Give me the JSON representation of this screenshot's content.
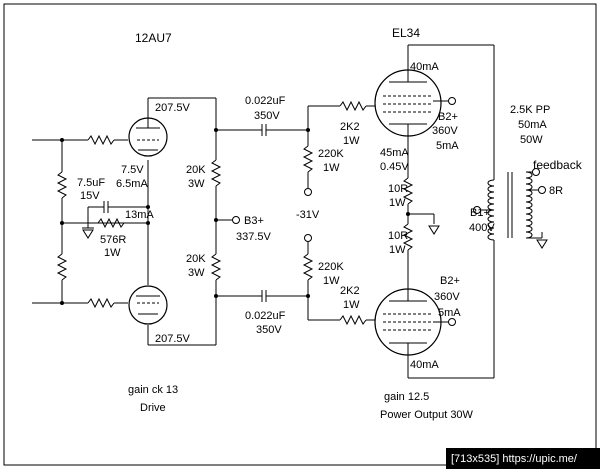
{
  "title_left": "12AU7",
  "title_right": "EL34",
  "drive_tube_top": {
    "plate_voltage": "207.5V",
    "cathode_voltage": "7.5V",
    "cathode_current": "6.5mA"
  },
  "drive_tube_bottom": {
    "plate_voltage": "207.5V"
  },
  "cathode_network": {
    "cap": "7.5uF",
    "cap_voltage": "15V",
    "current": "13mA",
    "resistor": "576R",
    "resistor_power": "1W"
  },
  "plate_loads": {
    "top_value": "20K",
    "top_power": "3W",
    "bottom_value": "20K",
    "bottom_power": "3W"
  },
  "b3_supply": {
    "name": "B3+",
    "voltage": "337.5V"
  },
  "coupling_caps": {
    "top_value": "0.022uF",
    "top_voltage": "350V",
    "bottom_value": "0.022uF",
    "bottom_voltage": "350V"
  },
  "grid_stoppers": {
    "top_value": "2K2",
    "top_power": "1W",
    "bottom_value": "2K2",
    "bottom_power": "1W"
  },
  "grid_resistors": {
    "top_value": "220K",
    "top_power": "1W",
    "bottom_value": "220K",
    "bottom_power": "1W"
  },
  "bias": {
    "voltage": "-31V"
  },
  "output_tube_top": {
    "current": "40mA",
    "screen_name": "B2+",
    "screen_voltage": "360V",
    "screen_current": "5mA"
  },
  "output_tube_bottom": {
    "current": "40mA",
    "screen_name": "B2+",
    "screen_voltage": "360V",
    "screen_current": "5mA"
  },
  "cathode_bias": {
    "current": "45mA",
    "voltage": "0.45V",
    "r_top_value": "10R",
    "r_top_power": "1W",
    "r_bottom_value": "10R",
    "r_bottom_power": "1W"
  },
  "transformer": {
    "impedance": "2.5K PP",
    "current": "50mA",
    "power": "50W",
    "feedback_label": "feedback",
    "output_label": "8R"
  },
  "b1_supply": {
    "name": "B1+",
    "voltage": "400V"
  },
  "footer": {
    "gain_left": "gain ck  13",
    "drive_label": "Drive",
    "gain_right": "gain 12.5",
    "power_output": "Power Output  30W"
  },
  "watermark": "[713x535] https://upic.me/"
}
